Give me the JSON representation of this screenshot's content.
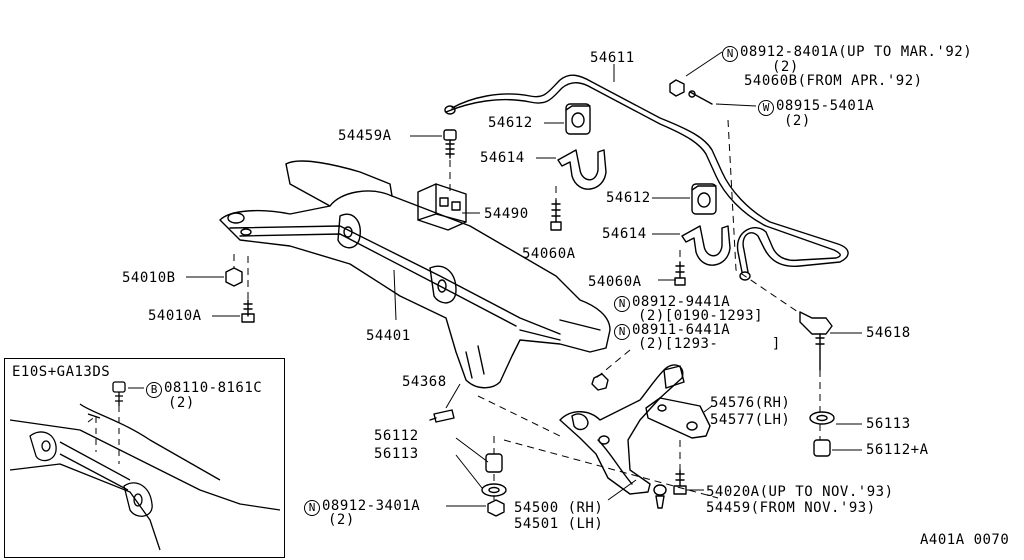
{
  "diagram_id": "A401A 0070",
  "inset": {
    "title": "E10S+GA13DS",
    "bolt": {
      "code": "B",
      "part": "08110-8161C",
      "qty": "(2)"
    }
  },
  "parts": {
    "p54611": "54611",
    "p54612a": "54612",
    "p54612b": "54612",
    "p54614a": "54614",
    "p54614b": "54614",
    "p54459A": "54459A",
    "p54490": "54490",
    "p54060A_a": "54060A",
    "p54060A_b": "54060A",
    "p54010B": "54010B",
    "p54010A": "54010A",
    "p54401": "54401",
    "p54368": "54368",
    "p56112": "56112",
    "p56113a": "56113",
    "p56113b": "56113",
    "p54618": "54618",
    "p56112A": "56112+A",
    "p54576": "54576(RH)",
    "p54577": "54577(LH)",
    "p54500": "54500 (RH)",
    "p54501": "54501 (LH)",
    "p54020A": "54020A(UP TO NOV.'93)",
    "p54459": "54459(FROM NOV.'93)"
  },
  "callouts": {
    "nut_top": {
      "code": "N",
      "part": "08912-8401A(UP TO MAR.'92)",
      "qty": "(2)",
      "alt": "54060B(FROM APR.'92)"
    },
    "washer_top": {
      "code": "W",
      "part": "08915-5401A",
      "qty": "(2)"
    },
    "nut_mid1": {
      "code": "N",
      "part": "08912-9441A",
      "qty": "(2)[0190-1293]"
    },
    "nut_mid2": {
      "code": "N",
      "part": "08911-6441A",
      "qty": "(2)[1293-      ]"
    },
    "nut_bottom": {
      "code": "N",
      "part": "08912-3401A",
      "qty": "(2)"
    }
  }
}
